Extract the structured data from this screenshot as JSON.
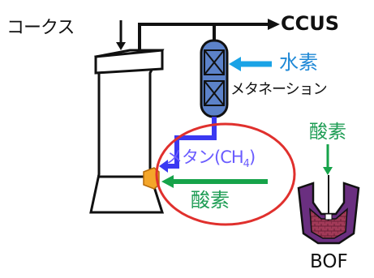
{
  "labels": {
    "coke": "コークス",
    "ccus": "CCUS",
    "hydrogen": "水素",
    "methanation": "メタネーション",
    "oxygen_bof": "酸素",
    "methane_main": "メタン(CH",
    "methane_sub": "4",
    "methane_close": ")",
    "oxygen_furnace": "酸素",
    "bof": "BOF"
  },
  "colors": {
    "arrow_blue": "#1aa3e6",
    "arrow_green": "#16a34a",
    "label_blue": "#1e88d6",
    "label_green": "#1f9d55",
    "label_methane": "#6a5cff",
    "methane_pipe": "#3b39f2",
    "highlight_ellipse": "#e0302d",
    "reactor_fill": "#5c82c9",
    "burner": "#f4a62a"
  }
}
